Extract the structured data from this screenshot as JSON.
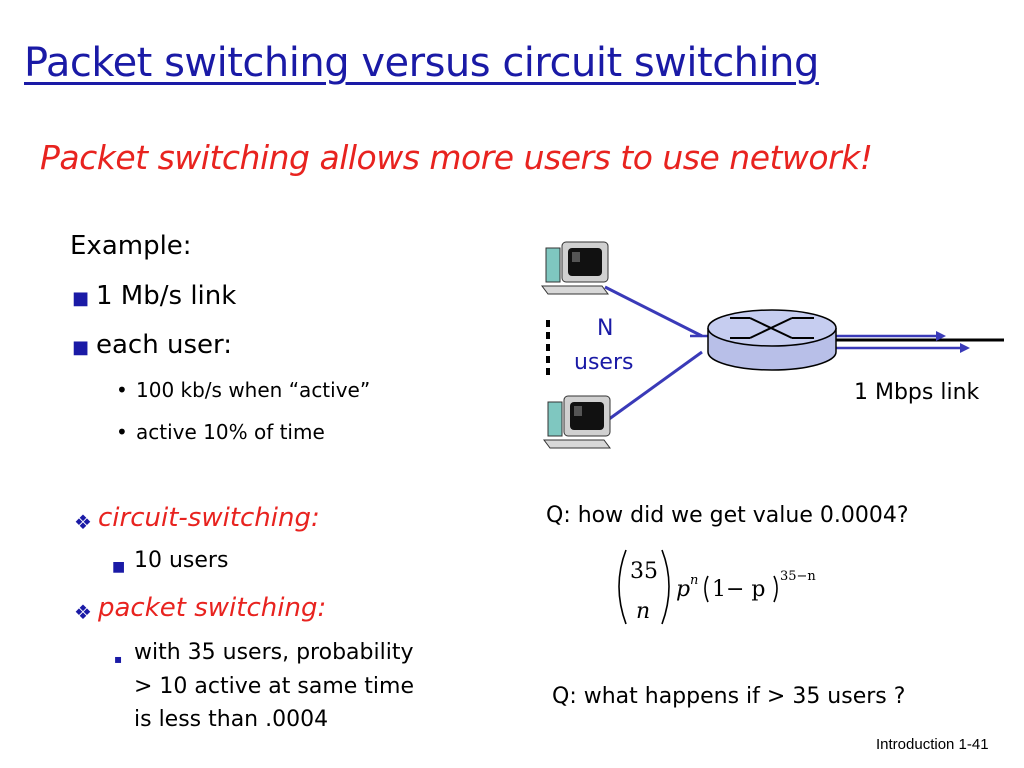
{
  "title": "Packet switching versus circuit switching",
  "subtitle": "Packet switching allows more users to use network!",
  "example": {
    "heading": "Example:",
    "bullets": [
      {
        "text": "1 Mb/s link"
      },
      {
        "text": "each user:"
      }
    ],
    "sub_bullets": [
      {
        "text": "100 kb/s when “active”"
      },
      {
        "text": "active 10% of time"
      }
    ]
  },
  "circuit": {
    "label": "circuit-switching:",
    "item": "10 users"
  },
  "packet": {
    "label": "packet switching:",
    "lines": [
      "with 35 users, probability",
      "> 10 active at same time",
      "is less than .0004"
    ]
  },
  "diagram": {
    "n_label": "N",
    "users_label": "users",
    "link_label": "1 Mbps link"
  },
  "questions": {
    "q1": "Q: how did we get value 0.0004?",
    "q2": "Q: what happens if > 35 users ?"
  },
  "formula": {
    "top": "35",
    "bottom": "n",
    "p": "p",
    "n_exp": "n",
    "one_minus_p": "1− p",
    "exp": "35−n"
  },
  "footer": "Introduction 1-41",
  "colors": {
    "title": "#1a1aa6",
    "accent": "#e8231f",
    "line": "#3a3ab8"
  }
}
